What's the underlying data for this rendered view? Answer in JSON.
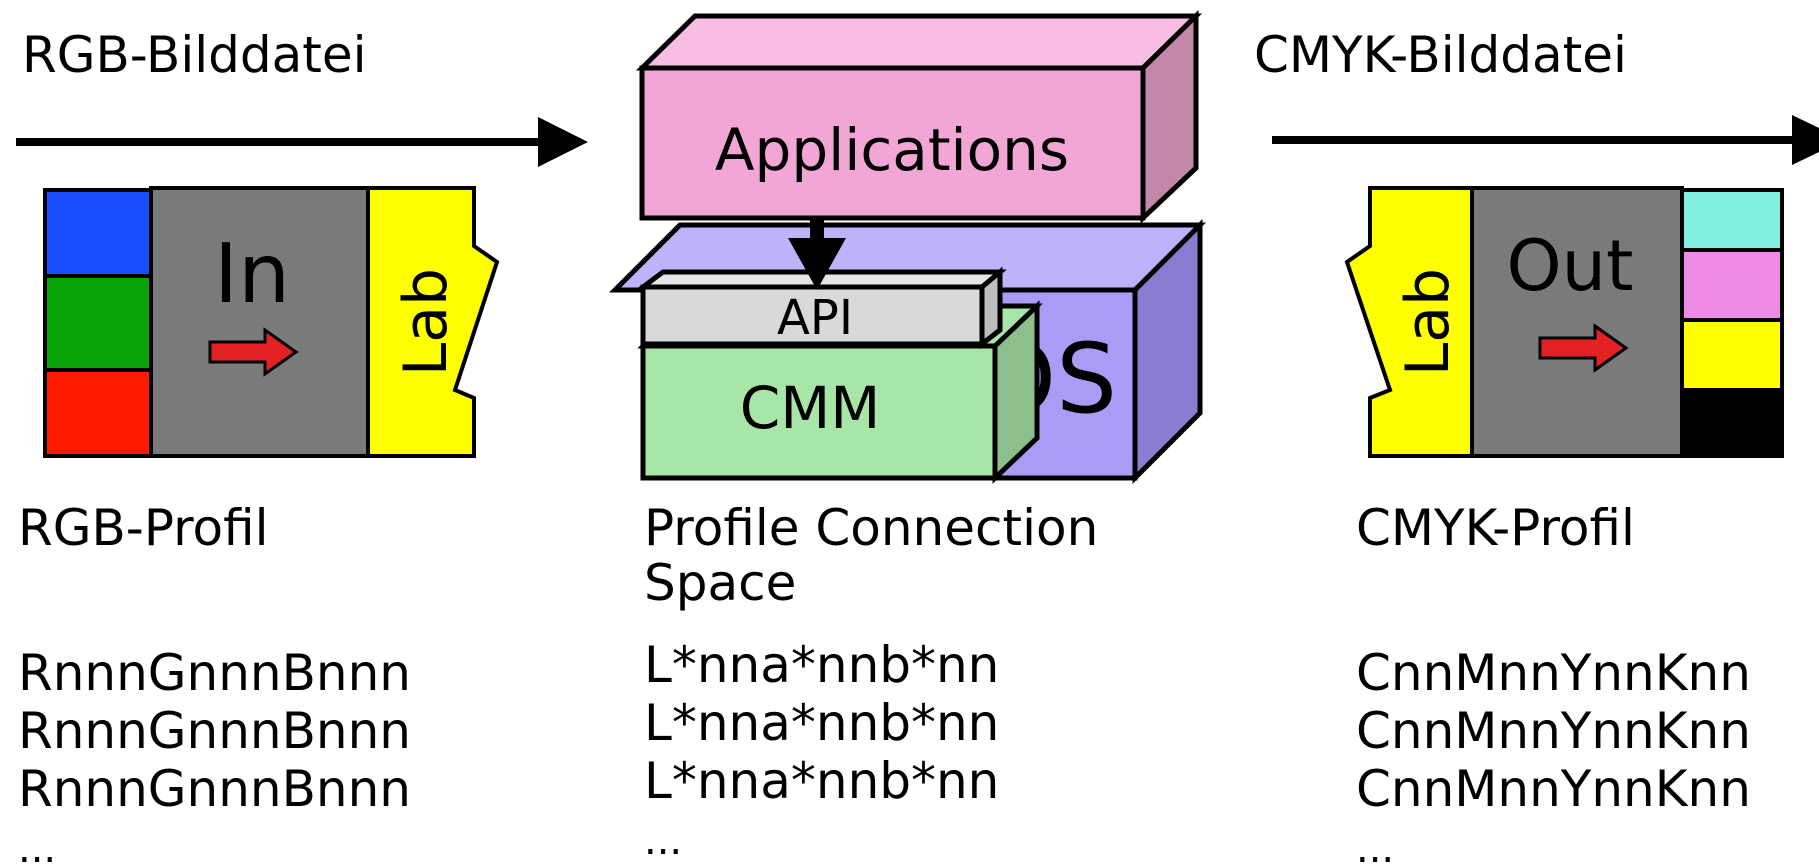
{
  "left": {
    "title": "RGB-Bilddatei",
    "box_in_label": "In",
    "box_lab_label": "Lab",
    "profile_label": "RGB-Profil",
    "data_lines": [
      "RnnnGnnnBnnn",
      "RnnnGnnnBnnn",
      "RnnnGnnnBnnn"
    ],
    "ellipsis": "...",
    "colors": {
      "blue": "#1a4cff",
      "green": "#0ba40b",
      "red": "#ff1a00",
      "gray": "#7a7a7a",
      "yellow": "#ffff00",
      "arrow_red": "#e22222"
    }
  },
  "middle": {
    "applications_label": "Applications",
    "api_label": "API",
    "cmm_label": "CMM",
    "os_label": "OS",
    "pcs_line1": "Profile Connection",
    "pcs_line2": "Space",
    "data_lines": [
      "L*nna*nnb*nn",
      "L*nna*nnb*nn",
      "L*nna*nnb*nn"
    ],
    "ellipsis": "...",
    "colors": {
      "applications_front": "#f2a6d6",
      "applications_top": "#f7bde2",
      "applications_side": "#c486a9",
      "os_front": "#a99cf4",
      "os_top": "#bdb3fa",
      "os_side": "#8a7dd1",
      "cmm_front": "#a8e6a8",
      "cmm_side": "#8cbf8c",
      "api_front": "#d9d9d9",
      "api_side": "#bdbdbd"
    }
  },
  "right": {
    "title": "CMYK-Bilddatei",
    "box_out_label": "Out",
    "box_lab_label": "Lab",
    "profile_label": "CMYK-Profil",
    "data_lines": [
      "CnnMnnYnnKnn",
      "CnnMnnYnnKnn",
      "CnnMnnYnnKnn"
    ],
    "ellipsis": "...",
    "colors": {
      "cyan": "#80f0e0",
      "magenta": "#f08ae8",
      "yellow": "#ffff00",
      "black": "#000000",
      "gray": "#7a7a7a"
    }
  }
}
